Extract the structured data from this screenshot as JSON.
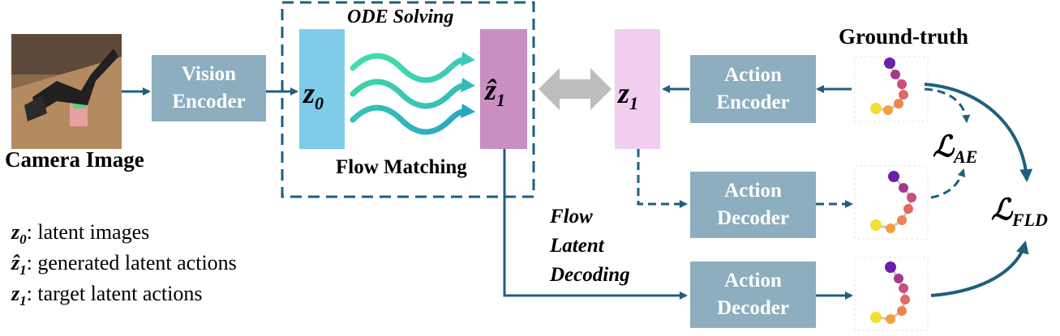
{
  "camera": {
    "caption": "Camera Image"
  },
  "vision_encoder": {
    "line1": "Vision",
    "line2": "Encoder"
  },
  "action_encoder": {
    "line1": "Action",
    "line2": "Encoder"
  },
  "action_decoder_top": {
    "line1": "Action",
    "line2": "Decoder"
  },
  "action_decoder_bottom": {
    "line1": "Action",
    "line2": "Decoder"
  },
  "ode_solving": "ODE Solving",
  "flow_matching": "Flow Matching",
  "flow_latent_decoding": {
    "line1": "Flow",
    "line2": "Latent",
    "line3": "Decoding"
  },
  "ground_truth": "Ground-truth",
  "latents": {
    "z0": "z",
    "z0_sub": "0",
    "z1hat": "ẑ",
    "z1hat_sub": "1",
    "z1": "z",
    "z1_sub": "1"
  },
  "losses": {
    "ae": "ℒ",
    "ae_sub": "AE",
    "fld": "ℒ",
    "fld_sub": "FLD"
  },
  "legend": [
    {
      "sym": "z",
      "sub": "0",
      "text": ": latent images"
    },
    {
      "sym": "ẑ",
      "sub": "1",
      "text": ": generated latent actions"
    },
    {
      "sym": "z",
      "sub": "1",
      "text": ": target latent actions"
    }
  ],
  "colors": {
    "module_box": "#8caebf",
    "z0_bar": "#7ecbea",
    "z1hat_bar": "#c98fc1",
    "z1_bar": "#f2cdef",
    "arrow": "#1e5f7f",
    "dashed_frame": "#1e5f7f",
    "double_arrow": "#bdbdbd"
  }
}
